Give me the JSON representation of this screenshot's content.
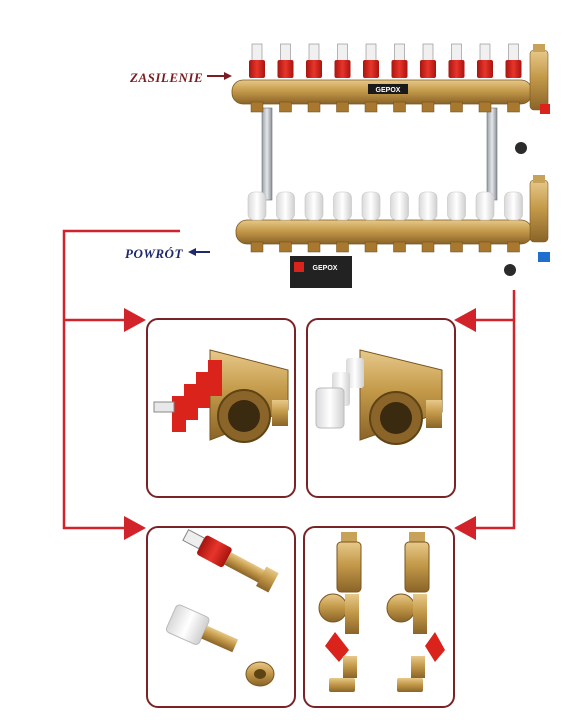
{
  "labels": {
    "supply": "ZASILENIE",
    "return": "POWRÓT"
  },
  "brand": {
    "logo_top": "GEPOX",
    "logo_box": "GEPOX"
  },
  "colors": {
    "label_supply": "#7a1c22",
    "label_return": "#1f2a6b",
    "arrow": "#d2232a",
    "panel_border": "#7a2326",
    "brass": "#c49a4a",
    "red_cap": "#d9231b",
    "white_cap": "#f2f2f2"
  },
  "icons": {
    "supply_arrow": "arrow-right-icon",
    "return_arrow": "arrow-left-icon"
  }
}
